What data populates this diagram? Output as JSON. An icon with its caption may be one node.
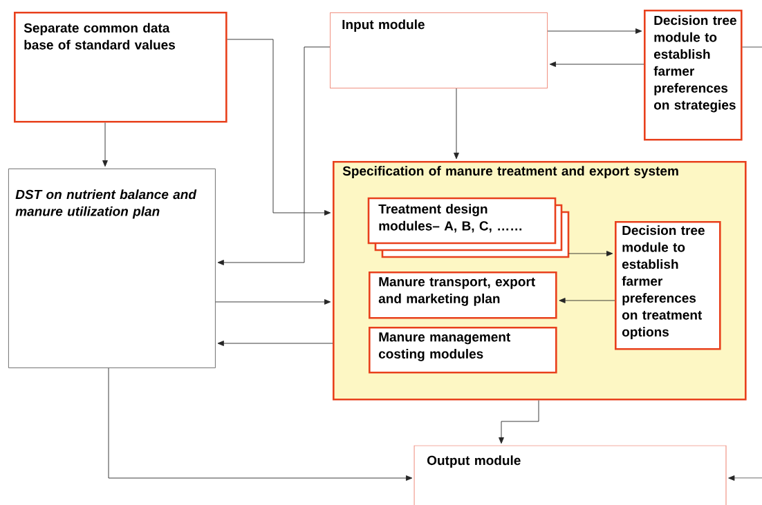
{
  "diagram": {
    "nodes": [
      {
        "text": [
          "Separate common data base of standard values"
        ]
      },
      {
        "text": [
          "Input module"
        ]
      },
      {
        "text": [
          "Decision tree module to establish farmer preferences on strategies"
        ]
      },
      {
        "text": [
          "DST on nutrient balance and manure utilization plan"
        ]
      },
      {
        "text": [
          "Specification of manure treatment and export system"
        ]
      },
      {
        "text": [
          "Treatment design modules– A, B, C, ……"
        ],
        "in": 4
      },
      {
        "text": [
          "Manure transport, export and marketing plan"
        ],
        "in": 4
      },
      {
        "text": [
          "Manure management costing modules"
        ],
        "in": 4
      },
      {
        "text": [
          "Decision tree module to establish farmer preferences on treatment options"
        ],
        "in": 4
      },
      {
        "text": [
          "Output module"
        ]
      }
    ],
    "edges": [
      {
        "from": 0,
        "to": 3,
        "arrow": "to"
      },
      {
        "from": 0,
        "to": 4,
        "arrow": "to"
      },
      {
        "from": 1,
        "to": 3,
        "arrow": "to"
      },
      {
        "from": 1,
        "to": 2,
        "arrow": "to"
      },
      {
        "from": 2,
        "to": 1,
        "arrow": "to"
      },
      {
        "from": 1,
        "to": 4,
        "arrow": "to"
      },
      {
        "from": 3,
        "to": 4,
        "arrow": "to"
      },
      {
        "from": 4,
        "to": 3,
        "arrow": "to"
      },
      {
        "from": 5,
        "to": 8,
        "arrow": "to"
      },
      {
        "from": 8,
        "to": 6,
        "arrow": "to"
      },
      {
        "from": 4,
        "to": 9,
        "arrow": "to"
      },
      {
        "from": 3,
        "to": 9,
        "arrow": "to"
      },
      {
        "from": null,
        "to": 9,
        "arrow": "to"
      },
      {
        "from": 2,
        "to": null,
        "arrow": "none"
      }
    ]
  }
}
